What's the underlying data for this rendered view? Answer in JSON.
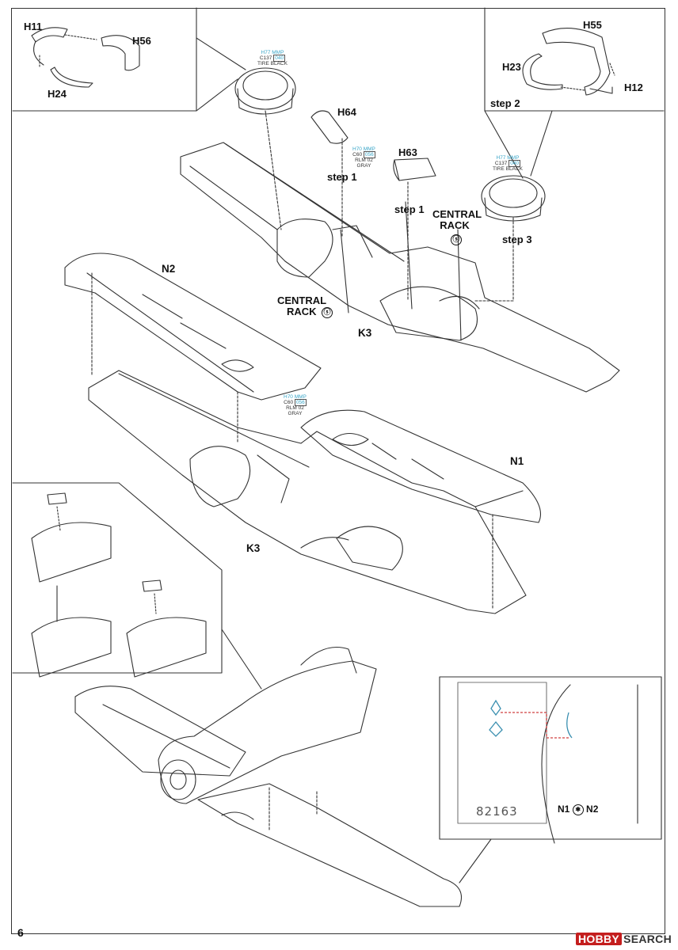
{
  "page": {
    "number": "6",
    "watermark": {
      "brand": "HOBBY",
      "suffix": "SEARCH"
    }
  },
  "parts": {
    "h11": "H11",
    "h56": "H56",
    "h24": "H24",
    "h55": "H55",
    "h23": "H23",
    "h12": "H12",
    "h64": "H64",
    "h63": "H63",
    "n1": "N1",
    "n2": "N2",
    "k3_top": "K3",
    "k3_bottom": "K3"
  },
  "steps": {
    "step1_a": "step 1",
    "step1_b": "step 1",
    "step2": "step 2",
    "step3": "step 3"
  },
  "racks": {
    "rack_top": {
      "line1": "CENTRAL",
      "line2": "RACK",
      "icon": "ⓢ"
    },
    "rack_left": {
      "line1": "CENTRAL",
      "line2": "RACK",
      "icon": "ⓢ"
    }
  },
  "paint_callouts": {
    "tire_left": {
      "line1": "H77 MMP",
      "line2a": "C137",
      "line2b": "040",
      "line3": "TIRE BLACK"
    },
    "tire_right": {
      "line1": "H77 MMP",
      "line2a": "C137",
      "line2b": "040",
      "line3": "TIRE BLACK"
    },
    "rlm02_top": {
      "line1": "H70 MMP",
      "line2a": "C60",
      "line2b": "056",
      "line3": "RLM 02",
      "line4": "GRAY"
    },
    "rlm02_mid": {
      "line1": "H70 MMP",
      "line2a": "C60",
      "line2b": "056",
      "line3": "RLM 02",
      "line4": "GRAY"
    }
  },
  "mask_panel": {
    "sheet_id": "82163",
    "legend_left": "N1",
    "legend_right": "N2",
    "icon": "mask-arrow-icon"
  },
  "colors": {
    "line": "#333333",
    "paint_code_accent": "#3aa6c8",
    "mask_outline": "#d04040",
    "mask_shape": "#3a8fb0",
    "watermark_red": "#c41e1e"
  }
}
